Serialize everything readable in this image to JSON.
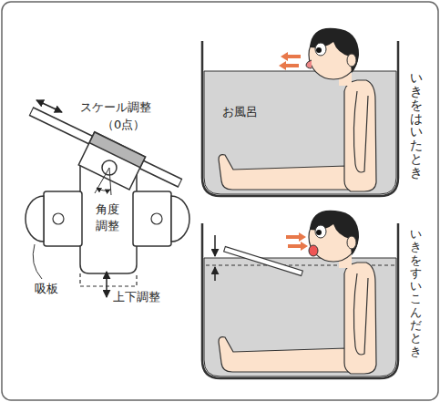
{
  "diagram": {
    "nodes": [
      {
        "text": [
          "角度 調整"
        ]
      },
      {
        "text": [
          "お風呂"
        ]
      }
    ],
    "labels": [
      "スケール調整",
      "（0点）",
      "吸板",
      "上下調整",
      "いきをはいたとき",
      "いきをすいこんだとき"
    ]
  }
}
